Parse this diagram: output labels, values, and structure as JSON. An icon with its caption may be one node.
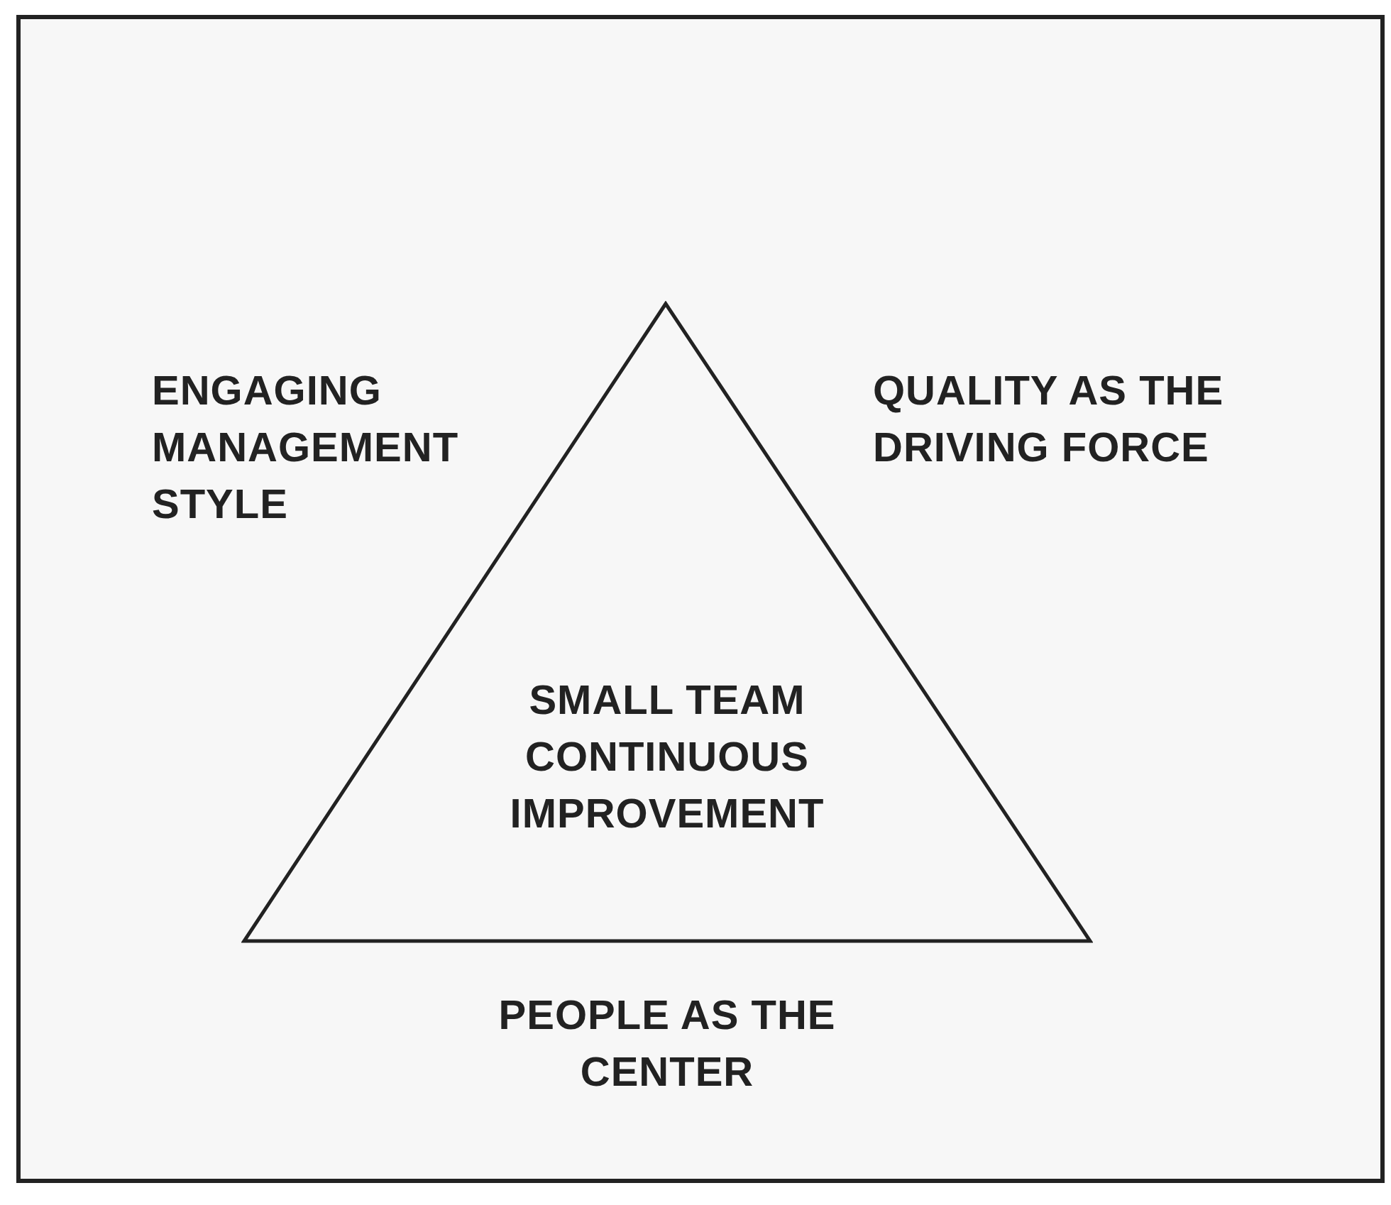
{
  "diagram": {
    "nodes": [
      {
        "text": [
          "SMALL TEAM CONTINUOUS IMPROVEMENT"
        ],
        "beside": [
          "ENGAGING MANAGEMENT STYLE",
          "QUALITY AS THE DRIVING FORCE",
          "PEOPLE AS THE CENTER"
        ]
      }
    ]
  }
}
